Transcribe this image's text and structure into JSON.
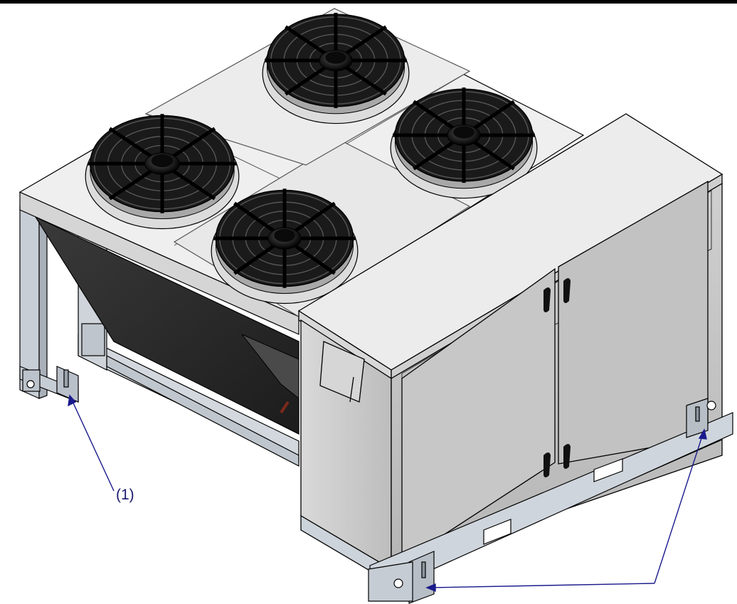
{
  "figure": {
    "callouts": [
      {
        "id": "c1",
        "text": "(1)"
      }
    ],
    "colors": {
      "panel_light": "#e8e8e8",
      "panel_mid": "#c9c9c9",
      "panel_dark": "#9a9a9a",
      "coil": "#2b2b2b",
      "frame": "#bfc7d0",
      "fan": "#111111",
      "leader_line": "#1a1a8c",
      "outline": "#000000"
    },
    "parts": {
      "fans": [
        "fan-back-left",
        "fan-back-center",
        "fan-right",
        "fan-front-left"
      ],
      "box_doors": [
        "door-left",
        "door-right"
      ]
    }
  }
}
